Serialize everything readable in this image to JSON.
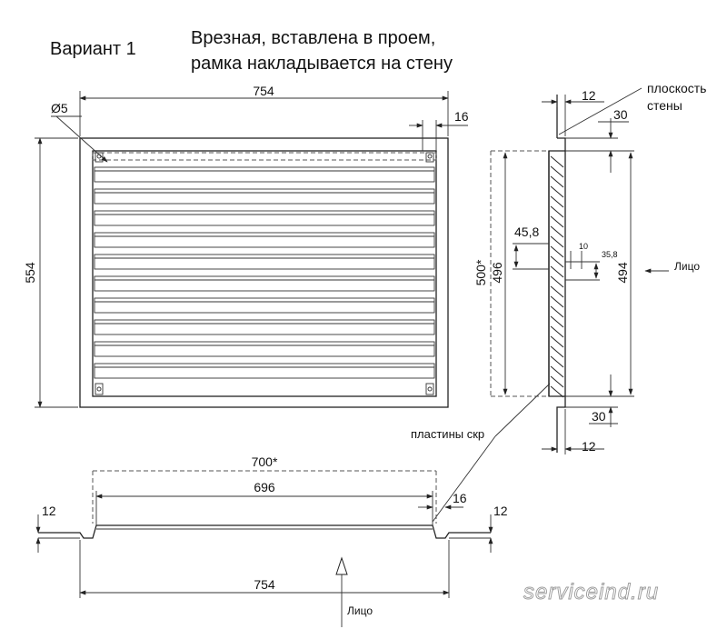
{
  "header": {
    "variant": "Вариант 1",
    "description_line1": "Врезная, вставлена в проем,",
    "description_line2": "рамка накладывается на стену"
  },
  "front_view": {
    "width": "754",
    "height": "554",
    "hole": "Ø5",
    "edge": "16",
    "slat_count": 10
  },
  "side_view": {
    "wall_plane_line1": "плоскость",
    "wall_plane_line2": "стены",
    "frame_thickness_top": "12",
    "frame_thickness_bottom": "12",
    "flange_top": "30",
    "flange_bottom": "30",
    "opening": "500*",
    "inner_height": "496",
    "outer_height": "494",
    "blade_pitch": "45,8",
    "blade_step": "10",
    "blade_depth": "35,8",
    "face_label": "Лицо",
    "plates_label": "пластины скр"
  },
  "bottom_view": {
    "opening": "700*",
    "inner_width": "696",
    "overall_width": "754",
    "edge": "16",
    "thickness_left": "12",
    "thickness_right": "12",
    "face_label": "Лицо"
  },
  "watermark": "servicеind.ru"
}
